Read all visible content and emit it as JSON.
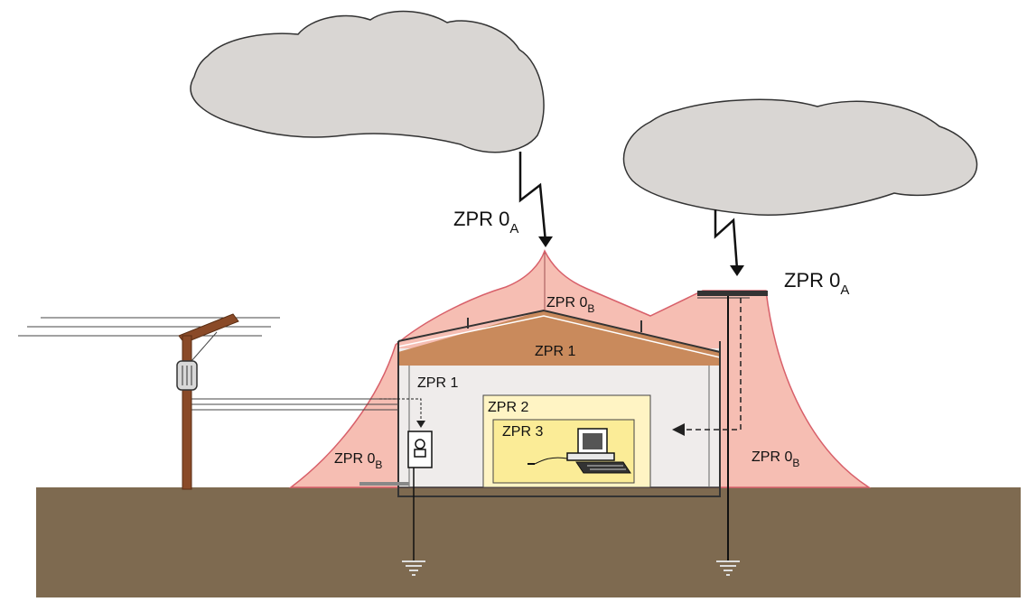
{
  "labels": {
    "zpr0a_left": {
      "main": "ZPR 0",
      "sub": "A"
    },
    "zpr0a_right": {
      "main": "ZPR 0",
      "sub": "A"
    },
    "zpr0b_roof": {
      "main": "ZPR 0",
      "sub": "B"
    },
    "zpr0b_left": {
      "main": "ZPR 0",
      "sub": "B"
    },
    "zpr0b_right": {
      "main": "ZPR 0",
      "sub": "B"
    },
    "zpr1_roof": "ZPR 1",
    "zpr1_inside": "ZPR 1",
    "zpr2": "ZPR 2",
    "zpr3": "ZPR 3"
  },
  "colors": {
    "cloud": "#d9d6d3",
    "zone_0b": "#f6beb3",
    "zone_0b_edge": "#d8606a",
    "roof": "#c98a5c",
    "building_interior": "#efeceb",
    "zone_2": "#fff4c4",
    "zone_3": "#fbec97",
    "ground": "#7e6a50",
    "pole": "#8a4a28"
  }
}
